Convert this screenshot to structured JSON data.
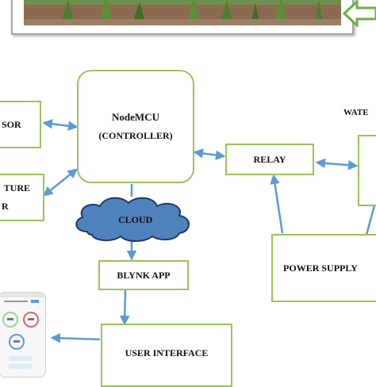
{
  "nodes": {
    "sensor": "SOR",
    "moisture_line1": "TURE",
    "moisture_line2": "R",
    "controller_title": "NodeMCU",
    "controller_subtitle": "(CONTROLLER)",
    "cloud": "CLOUD",
    "blynk": "BLYNK APP",
    "relay": "RELAY",
    "water": "WATE",
    "power": "POWER SUPPLY",
    "ui": "USER INTERFACE"
  },
  "colors": {
    "box_border": "#9cc25a",
    "arrow": "#5b9bd5",
    "cloud_fill": "#4f81bd",
    "cloud_stroke": "#1f3864",
    "photo_frame": "#a6a6a6",
    "photo_arrow": "#70ad47"
  },
  "icons": {
    "phone": "smartphone-app-screenshot",
    "photo": "crop-field-photo"
  }
}
